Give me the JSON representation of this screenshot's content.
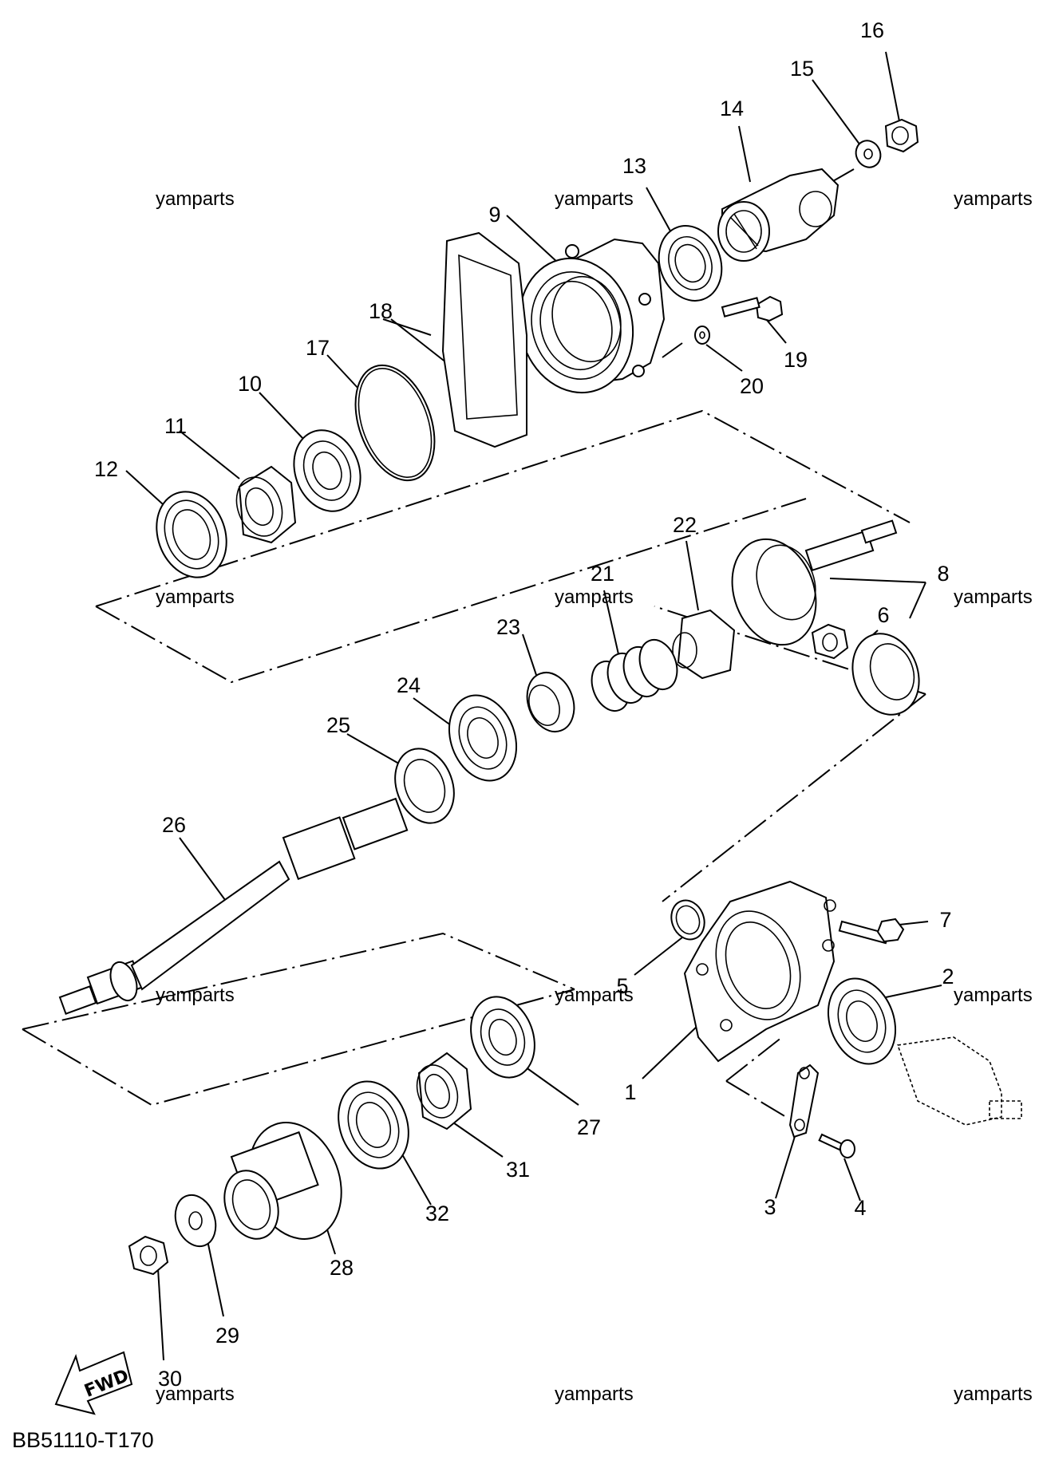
{
  "diagram": {
    "part_numbers": [
      "1",
      "2",
      "3",
      "4",
      "5",
      "6",
      "7",
      "8",
      "9",
      "10",
      "11",
      "12",
      "13",
      "14",
      "15",
      "16",
      "17",
      "18",
      "19",
      "20",
      "21",
      "22",
      "23",
      "24",
      "25",
      "26",
      "27",
      "28",
      "29",
      "30",
      "31",
      "32"
    ],
    "watermark": "yamparts",
    "fwd_label": "FWD",
    "drawing_code": "BB51110-T170"
  }
}
